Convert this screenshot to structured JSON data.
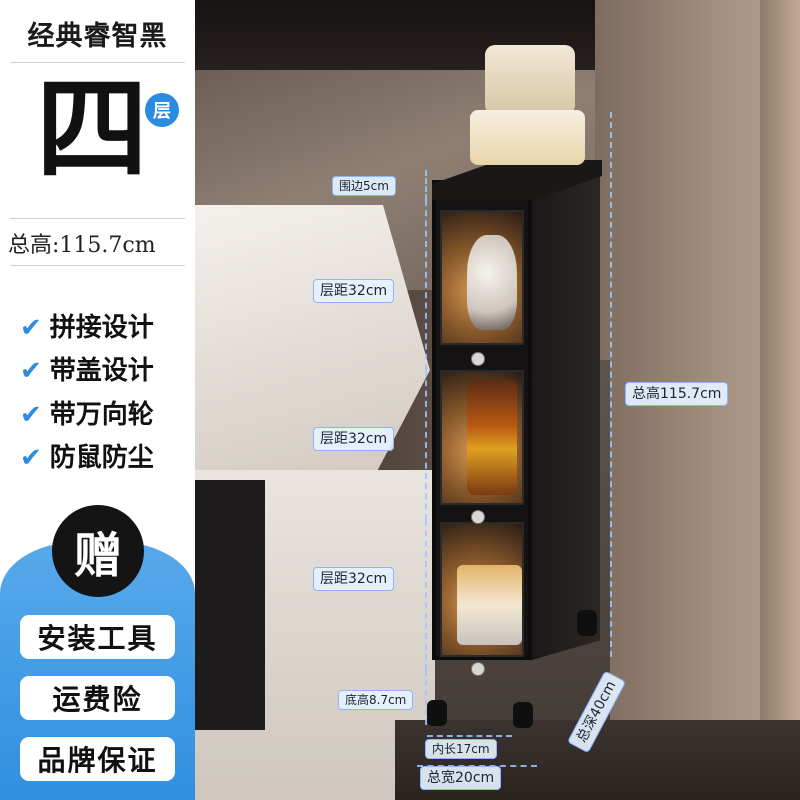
{
  "left_panel": {
    "title": "经典睿智黑",
    "layers_big": "四",
    "layers_suffix": "层",
    "total_height": "总高:115.7cm",
    "features": [
      {
        "text": "拼接设计"
      },
      {
        "text": "带盖设计"
      },
      {
        "text": "带万向轮"
      },
      {
        "text": "防鼠防尘"
      }
    ],
    "gift": {
      "label": "赠",
      "items": [
        "安装工具",
        "运费险",
        "品牌保证"
      ]
    }
  },
  "dimensions": {
    "rim": "围边5cm",
    "layer1": "层距32cm",
    "layer2": "层距32cm",
    "layer3": "层距32cm",
    "bottom": "底高8.7cm",
    "inner_len": "内长17cm",
    "total_width": "总宽20cm",
    "depth": "总深40cm",
    "total_height": "总高115.7cm"
  },
  "colors": {
    "accent_blue": "#2a8be0"
  }
}
